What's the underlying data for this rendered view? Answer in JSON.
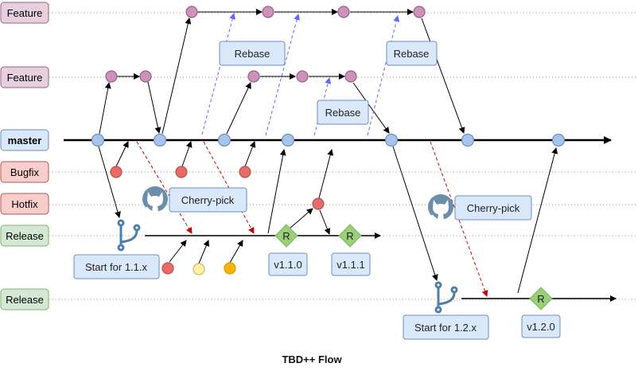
{
  "lanes": {
    "feature1": "Feature",
    "feature2": "Feature",
    "master": "master",
    "bugfix": "Bugfix",
    "hotfix": "Hotfix",
    "release1": "Release",
    "release2": "Release"
  },
  "notes": {
    "rebase1": "Rebase",
    "rebase2": "Rebase",
    "rebase3": "Rebase",
    "cherry1": "Cherry-pick",
    "cherry2": "Cherry-pick",
    "start11": "Start for 1.1.x",
    "start12": "Start for 1.2.x"
  },
  "versions": {
    "v110": "v1.1.0",
    "v111": "v1.1.1",
    "v120": "v1.2.0"
  },
  "release_mark": "R",
  "title": "TBD++ Flow",
  "colors": {
    "feature_fill": "#e6d0de",
    "feature_node": "#cd92ba",
    "master_node": "#a9c4eb",
    "bugfix_fill": "#f8cecc",
    "bugfix_node": "#ea6b66",
    "release_fill": "#d5e8d4",
    "release_node": "#97d077",
    "note_fill": "#dae8fc",
    "rebase_arrow": "#6666ff",
    "cherry_arrow": "#cc0000",
    "yellow_node": "#fff2a8",
    "orange_node": "#ffb300"
  }
}
